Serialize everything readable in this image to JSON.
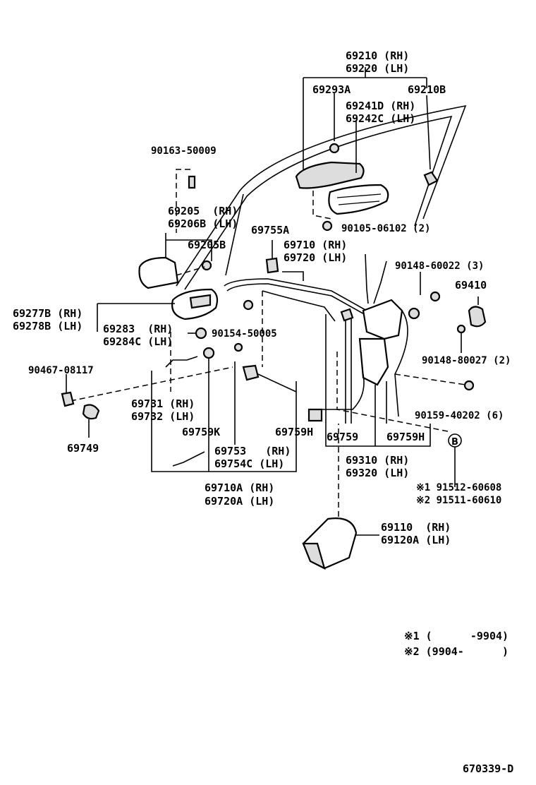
{
  "labels": {
    "l69210": "69210 (RH)",
    "l69220": "69220 (LH)",
    "l69293A": "69293A",
    "l69210B": "69210B",
    "l69241D": "69241D (RH)",
    "l69242C": "69242C (LH)",
    "l90163": "90163-50009",
    "l69205": "69205  (RH)",
    "l69206B": "69206B (LH)",
    "l69755A": "69755A",
    "l90105": "90105-06102 (2)",
    "l69205B": "69205B",
    "l69710": "69710 (RH)",
    "l69720": "69720 (LH)",
    "l90148a": "90148-60022 (3)",
    "l69410": "69410",
    "l69277B": "69277B (RH)",
    "l69278B": "69278B (LH)",
    "l69283": "69283  (RH)",
    "l69284C": "69284C (LH)",
    "l90154": "90154-50005",
    "l90148b": "90148-80027 (2)",
    "l90467": "90467-08117",
    "l69731": "69731 (RH)",
    "l69732": "69732 (LH)",
    "l90159": "90159-40202 (6)",
    "l69759K": "69759K",
    "l69759H_a": "69759H",
    "l69759": "69759",
    "l69759H_b": "69759H",
    "l69749": "69749",
    "l69753": "69753   (RH)",
    "l69754C": "69754C (LH)",
    "l69310": "69310 (RH)",
    "l69320": "69320 (LH)",
    "l69710A": "69710A (RH)",
    "l69720A": "69720A (LH)",
    "l91512": "※1 91512-60608",
    "l91511": "※2 91511-60610",
    "l69110": "69110  (RH)",
    "l69120A": "69120A (LH)",
    "note1": "※1 (      -9904)",
    "note2": "※2 (9904-      )",
    "diagram_code": "670339-D"
  },
  "callout_b": "B"
}
